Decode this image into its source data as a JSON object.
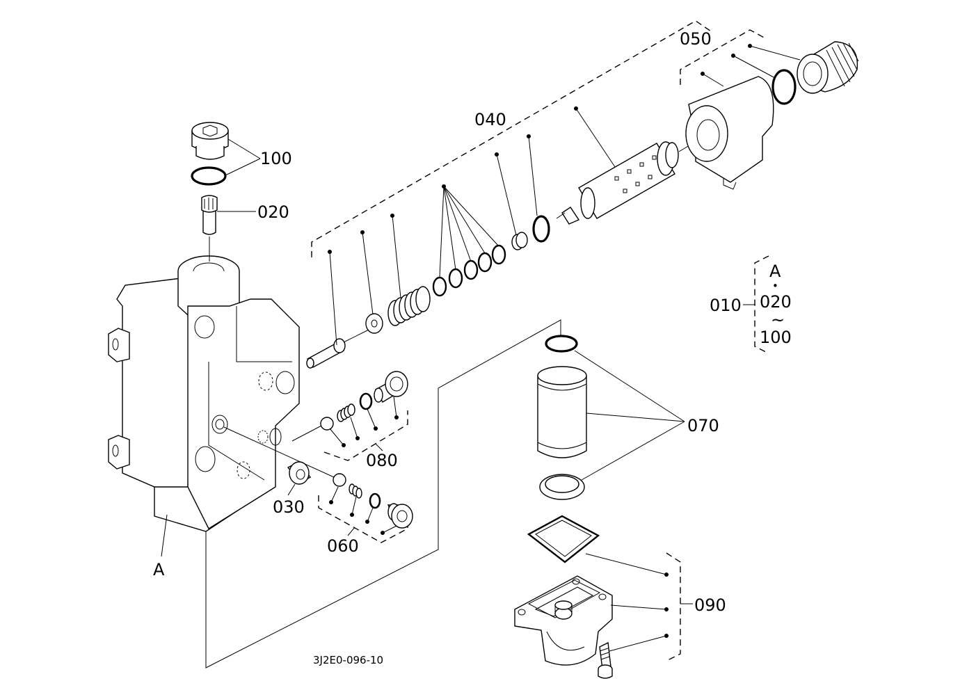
{
  "diagram": {
    "drawing_number": "3J2E0-096-10",
    "callouts": {
      "p010": "010",
      "p020": "020",
      "p030": "030",
      "p040": "040",
      "p050": "050",
      "p060": "060",
      "p070": "070",
      "p080": "080",
      "p090": "090",
      "p100": "100",
      "assembly": "A"
    },
    "assembly_note": {
      "top": "A",
      "bullet": "•",
      "from": "020",
      "tilde": "~",
      "to": "100"
    }
  }
}
